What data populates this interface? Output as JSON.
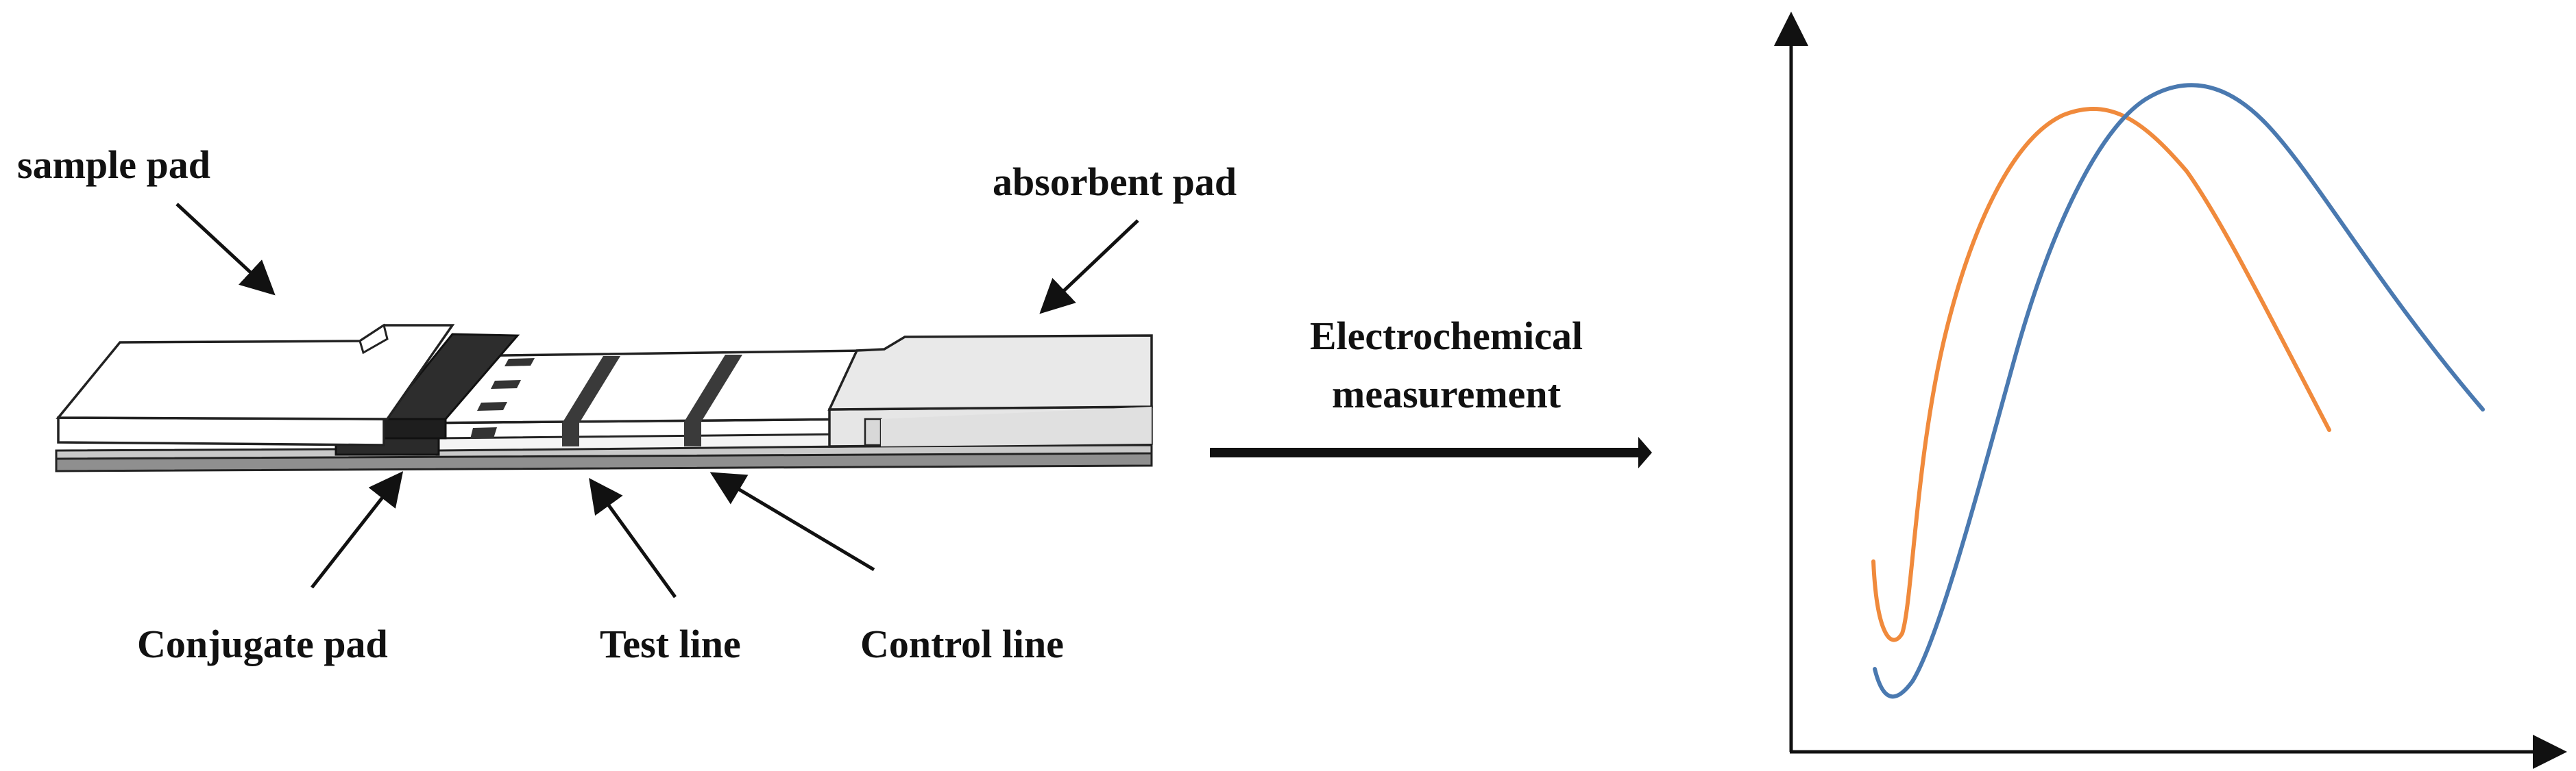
{
  "labels": {
    "sample_pad": "sample pad",
    "absorbent_pad": "absorbent pad",
    "conjugate_pad": "Conjugate pad",
    "test_line": "Test line",
    "control_line": "Control line",
    "measurement_line1": "Electrochemical",
    "measurement_line2": "measurement"
  },
  "colors": {
    "curve_orange": "#F08A3C",
    "curve_blue": "#4A79B0",
    "conjugate_pad": "#2a2a2a",
    "absorbent_pad": "#e6e6e6",
    "backing": "#9a9a9a"
  }
}
